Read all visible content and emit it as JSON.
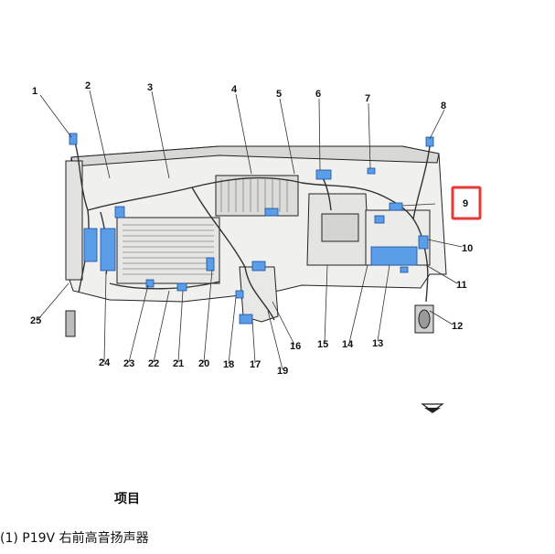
{
  "diagram": {
    "highlighted_callout": "9",
    "highlight_color": "#e53935",
    "component_color": "#5a9ee8",
    "callouts": [
      "1",
      "2",
      "3",
      "4",
      "5",
      "6",
      "7",
      "8",
      "9",
      "10",
      "11",
      "12",
      "13",
      "14",
      "15",
      "16",
      "17",
      "18",
      "19",
      "20",
      "21",
      "22",
      "23",
      "24",
      "25"
    ]
  },
  "legend": {
    "heading": "项目",
    "items": [
      "(1) P19V 右前高音扬声器"
    ]
  }
}
